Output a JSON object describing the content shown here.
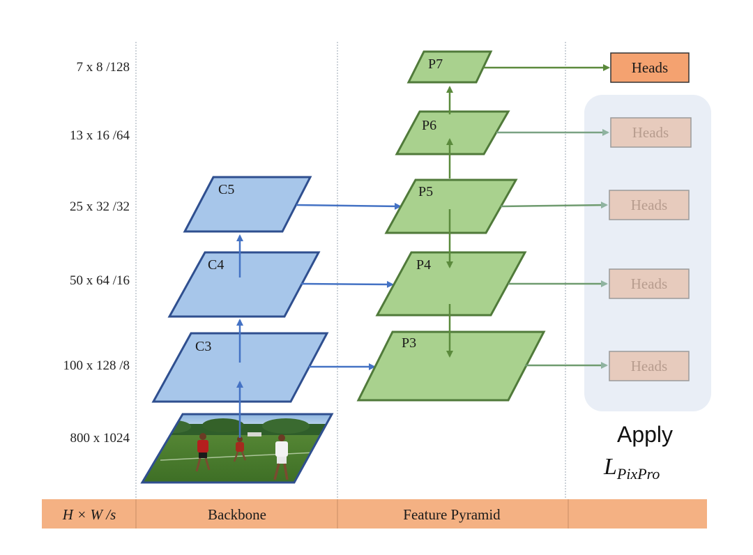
{
  "scale_labels": [
    {
      "id": "p7",
      "text": "7 x 8 /128"
    },
    {
      "id": "p6",
      "text": "13 x 16 /64"
    },
    {
      "id": "l32",
      "text": "25 x 32 /32"
    },
    {
      "id": "l16",
      "text": "50 x 64 /16"
    },
    {
      "id": "l8",
      "text": "100 x 128 /8"
    },
    {
      "id": "img",
      "text": "800 x 1024"
    }
  ],
  "backbone": {
    "layers": [
      {
        "id": "c5",
        "label": "C5"
      },
      {
        "id": "c4",
        "label": "C4"
      },
      {
        "id": "c3",
        "label": "C3"
      }
    ]
  },
  "pyramid": {
    "layers": [
      {
        "id": "p7",
        "label": "P7"
      },
      {
        "id": "p6",
        "label": "P6"
      },
      {
        "id": "p5",
        "label": "P5"
      },
      {
        "id": "p4",
        "label": "P4"
      },
      {
        "id": "p3",
        "label": "P3"
      }
    ]
  },
  "heads": [
    {
      "id": "h7",
      "label": "Heads",
      "active": true
    },
    {
      "id": "h6",
      "label": "Heads",
      "active": false
    },
    {
      "id": "h5",
      "label": "Heads",
      "active": false
    },
    {
      "id": "h4",
      "label": "Heads",
      "active": false
    },
    {
      "id": "h3",
      "label": "Heads",
      "active": false
    }
  ],
  "apply_box": {
    "line1": "Apply",
    "loss_symbol": "L",
    "loss_subscript": "PixPro"
  },
  "footer": {
    "col1": "H × W /s",
    "col2": "Backbone",
    "col3": "Feature Pyramid"
  },
  "colors": {
    "backbone_fill": "#a7c6ea",
    "backbone_stroke": "#2f4f8f",
    "backbone_arrow": "#4472c4",
    "pyramid_fill": "#a9d18e",
    "pyramid_stroke": "#507a3a",
    "pyramid_arrow": "#5b8a3c",
    "heads_active_fill": "#f4a270",
    "heads_faded_fill": "#e7cbbd",
    "heads_faded_text": "#b79c8e",
    "apply_box_fill": "#e9eef6",
    "footer_fill": "#f4b183",
    "divider": "#9aa4b0"
  }
}
